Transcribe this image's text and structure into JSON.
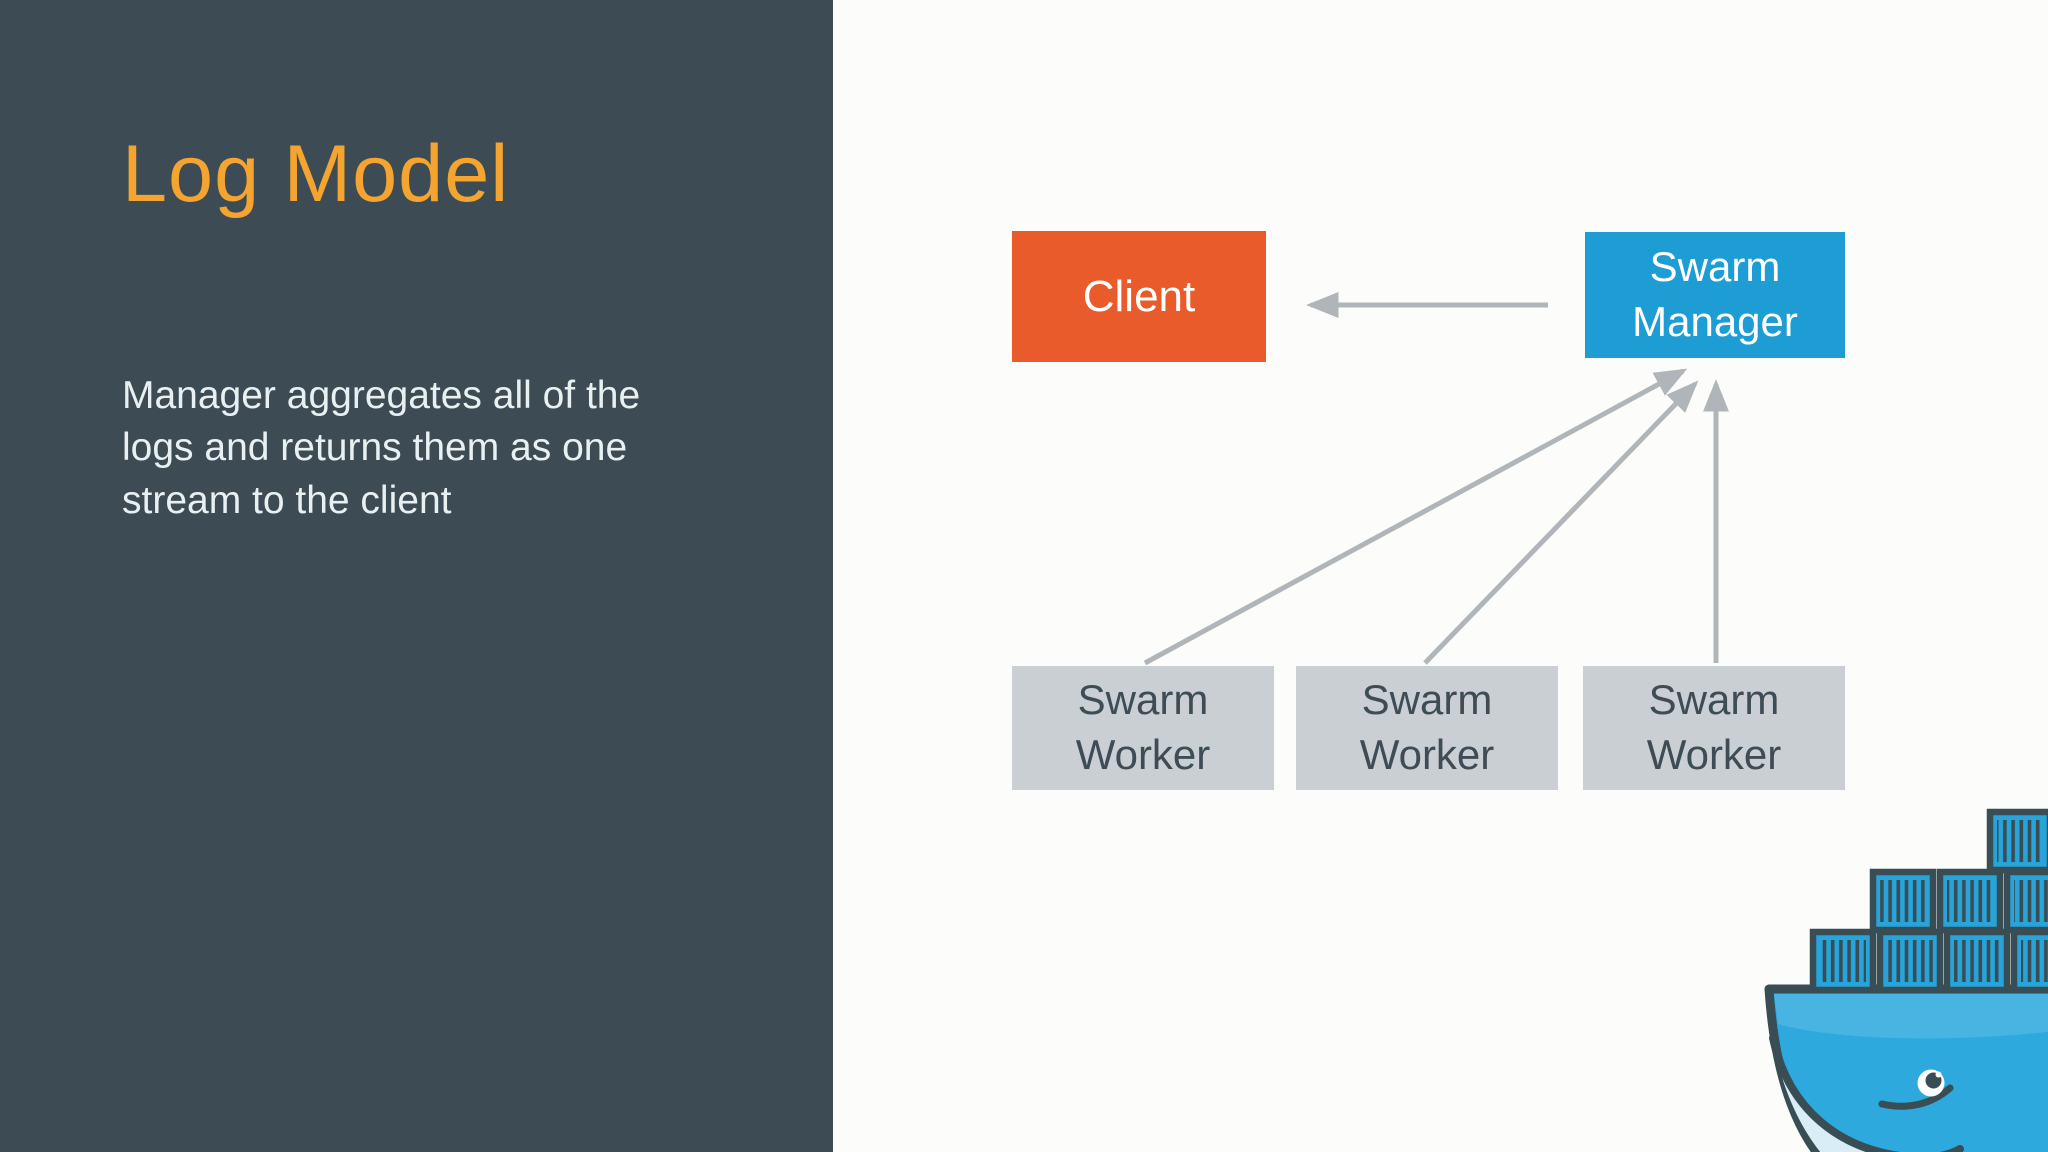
{
  "slide": {
    "title": "Log Model",
    "description": "Manager aggregates all of the\nlogs and returns them as one\nstream to the client"
  },
  "diagram": {
    "client": {
      "label": "Client",
      "color": "#E95B2B"
    },
    "manager": {
      "label": "Swarm\nManager",
      "color": "#1E9DD5"
    },
    "workers": [
      {
        "label": "Swarm\nWorker"
      },
      {
        "label": "Swarm\nWorker"
      },
      {
        "label": "Swarm\nWorker"
      }
    ],
    "edges": [
      {
        "from": "swarm-manager",
        "to": "client"
      },
      {
        "from": "swarm-worker-1",
        "to": "swarm-manager"
      },
      {
        "from": "swarm-worker-2",
        "to": "swarm-manager"
      },
      {
        "from": "swarm-worker-3",
        "to": "swarm-manager"
      }
    ]
  },
  "branding": {
    "logo": "docker-whale-logo"
  },
  "colors": {
    "panel_bg": "#3C4B54",
    "canvas_bg": "#FCFDFA",
    "title": "#F4A42F",
    "description_text": "#E9F0F1",
    "client_box": "#E95B2B",
    "manager_box": "#1E9DD5",
    "worker_box": "#C9CFD3",
    "worker_text": "#3E4D55",
    "arrow": "#AFB5B9",
    "docker_blue": "#2DA9DE",
    "docker_dark": "#394D54"
  }
}
